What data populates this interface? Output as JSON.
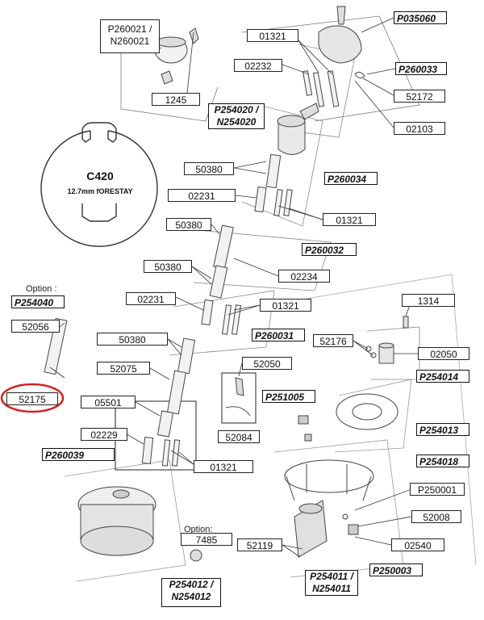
{
  "profile": {
    "title": "C420",
    "subtitle": "12.7mm fORESTAY"
  },
  "option_label": "Option :",
  "options_label": "Option:",
  "highlight_color": "#d62020",
  "labels": {
    "p260021": "P260021 /\nN260021",
    "n1245": "1245",
    "n01321_top": "01321",
    "p035060": "P035060",
    "n02232": "02232",
    "p260033": "P260033",
    "n52172": "52172",
    "p254020": "P254020 /\nN254020",
    "n02103": "02103",
    "n50380_a": "50380",
    "p260034": "P260034",
    "n02231_a": "02231",
    "n01321_b": "01321",
    "n50380_b": "50380",
    "p260032": "P260032",
    "n50380_c": "50380",
    "n02234": "02234",
    "p254040": "P254040",
    "n52056": "52056",
    "n02231_b": "02231",
    "n01321_c": "01321",
    "n1314": "1314",
    "n50380_d": "50380",
    "p260031": "P260031",
    "n52176": "52176",
    "n02050": "02050",
    "n52075": "52075",
    "n52050": "52050",
    "p254014": "P254014",
    "n52175": "52175",
    "n05501": "05501",
    "p251005": "P251005",
    "n02229": "02229",
    "p254013": "P254013",
    "n52084": "52084",
    "p260039": "P260039",
    "n01321_d": "01321",
    "p254018": "P254018",
    "p250001": "P250001",
    "n52008": "52008",
    "n7485": "7485",
    "n52119": "52119",
    "n02540": "02540",
    "p254011": "P254011 /\nN254011",
    "p250003": "P250003",
    "p254012": "P254012 /\nN254012"
  }
}
